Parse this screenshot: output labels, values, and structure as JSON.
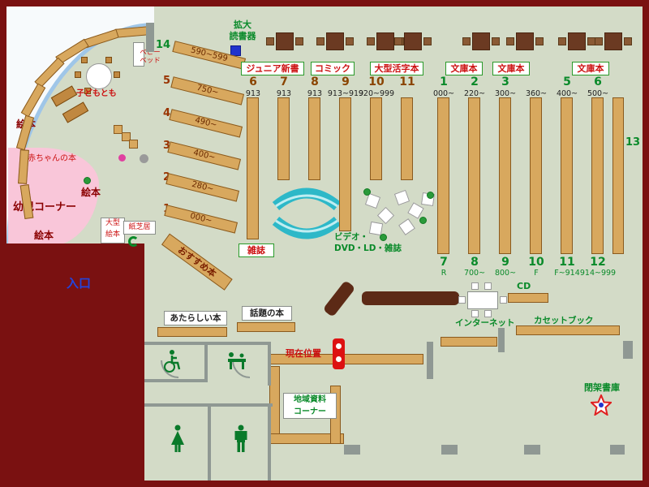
{
  "colors": {
    "floor": "#d3dbc7",
    "outer_wall": "#7a1111",
    "shelf_wood": "#d8a85e",
    "counter_wood": "#5c2a16",
    "curve_wall_blue": "#9fc6e8",
    "accent_teal": "#2db8c8",
    "label_green": "#0a8a2a",
    "label_red": "#cc1111",
    "entrance_blue": "#2244dd",
    "infant_pink": "#f9c6d9"
  },
  "labels": {
    "magnifier1": "拡大",
    "magnifier2": "読書器",
    "baby_bed1": "ベビー",
    "baby_bed2": "ベッド",
    "kodomo": "子どもとも",
    "ehon_top": "絵本",
    "akachan": "赤ちゃんの本",
    "ehon_mid": "絵本",
    "yoji": "幼児コーナー",
    "ehon_bottom": "絵本",
    "ogata1": "大型",
    "ogata2": "絵本",
    "kamishibai": "紙芝居",
    "iriguchi": "入口",
    "osusume": "おすすめ本",
    "zasshi": "雑誌",
    "video1": "ビデオ・",
    "video2": "DVD・LD・雑誌",
    "cd": "CD",
    "internet": "インターネット",
    "cassette": "カセットブック",
    "heika": "閉架書庫",
    "atarashii": "あたらしい本",
    "wadai": "話題の本",
    "genzai": "現在位置",
    "chiiki1": "地域資料",
    "chiiki2": "コーナー",
    "col13": "13"
  },
  "top_boxes": [
    "ジュニア新書",
    "コミック",
    "大型活字本",
    "文庫本",
    "文庫本",
    "文庫本"
  ],
  "diagonal_shelves": [
    {
      "num": "14",
      "range": "590~599",
      "num_color": "green"
    },
    {
      "num": "5",
      "range": "750~",
      "num_color": "brown"
    },
    {
      "num": "4",
      "range": "490~",
      "num_color": "brown"
    },
    {
      "num": "3",
      "range": "400~",
      "num_color": "brown"
    },
    {
      "num": "2",
      "range": "280~",
      "num_color": "brown"
    },
    {
      "num": "1",
      "range": "000~",
      "num_color": "brown"
    }
  ],
  "left_group": {
    "numbers": [
      "6",
      "7",
      "8",
      "9",
      "10",
      "11"
    ],
    "ranges": [
      "913",
      "913",
      "913",
      "913~919",
      "920~999",
      ""
    ]
  },
  "right_group_top": {
    "numbers": [
      "1",
      "2",
      "3",
      "",
      "5",
      "6"
    ],
    "ranges": [
      "000~",
      "220~",
      "300~",
      "360~",
      "400~",
      "500~"
    ]
  },
  "right_group_bottom": {
    "numbers": [
      "7",
      "8",
      "9",
      "10",
      "11",
      "12"
    ],
    "ranges": [
      "R",
      "700~",
      "800~",
      "F",
      "F~914",
      "914~999"
    ]
  }
}
